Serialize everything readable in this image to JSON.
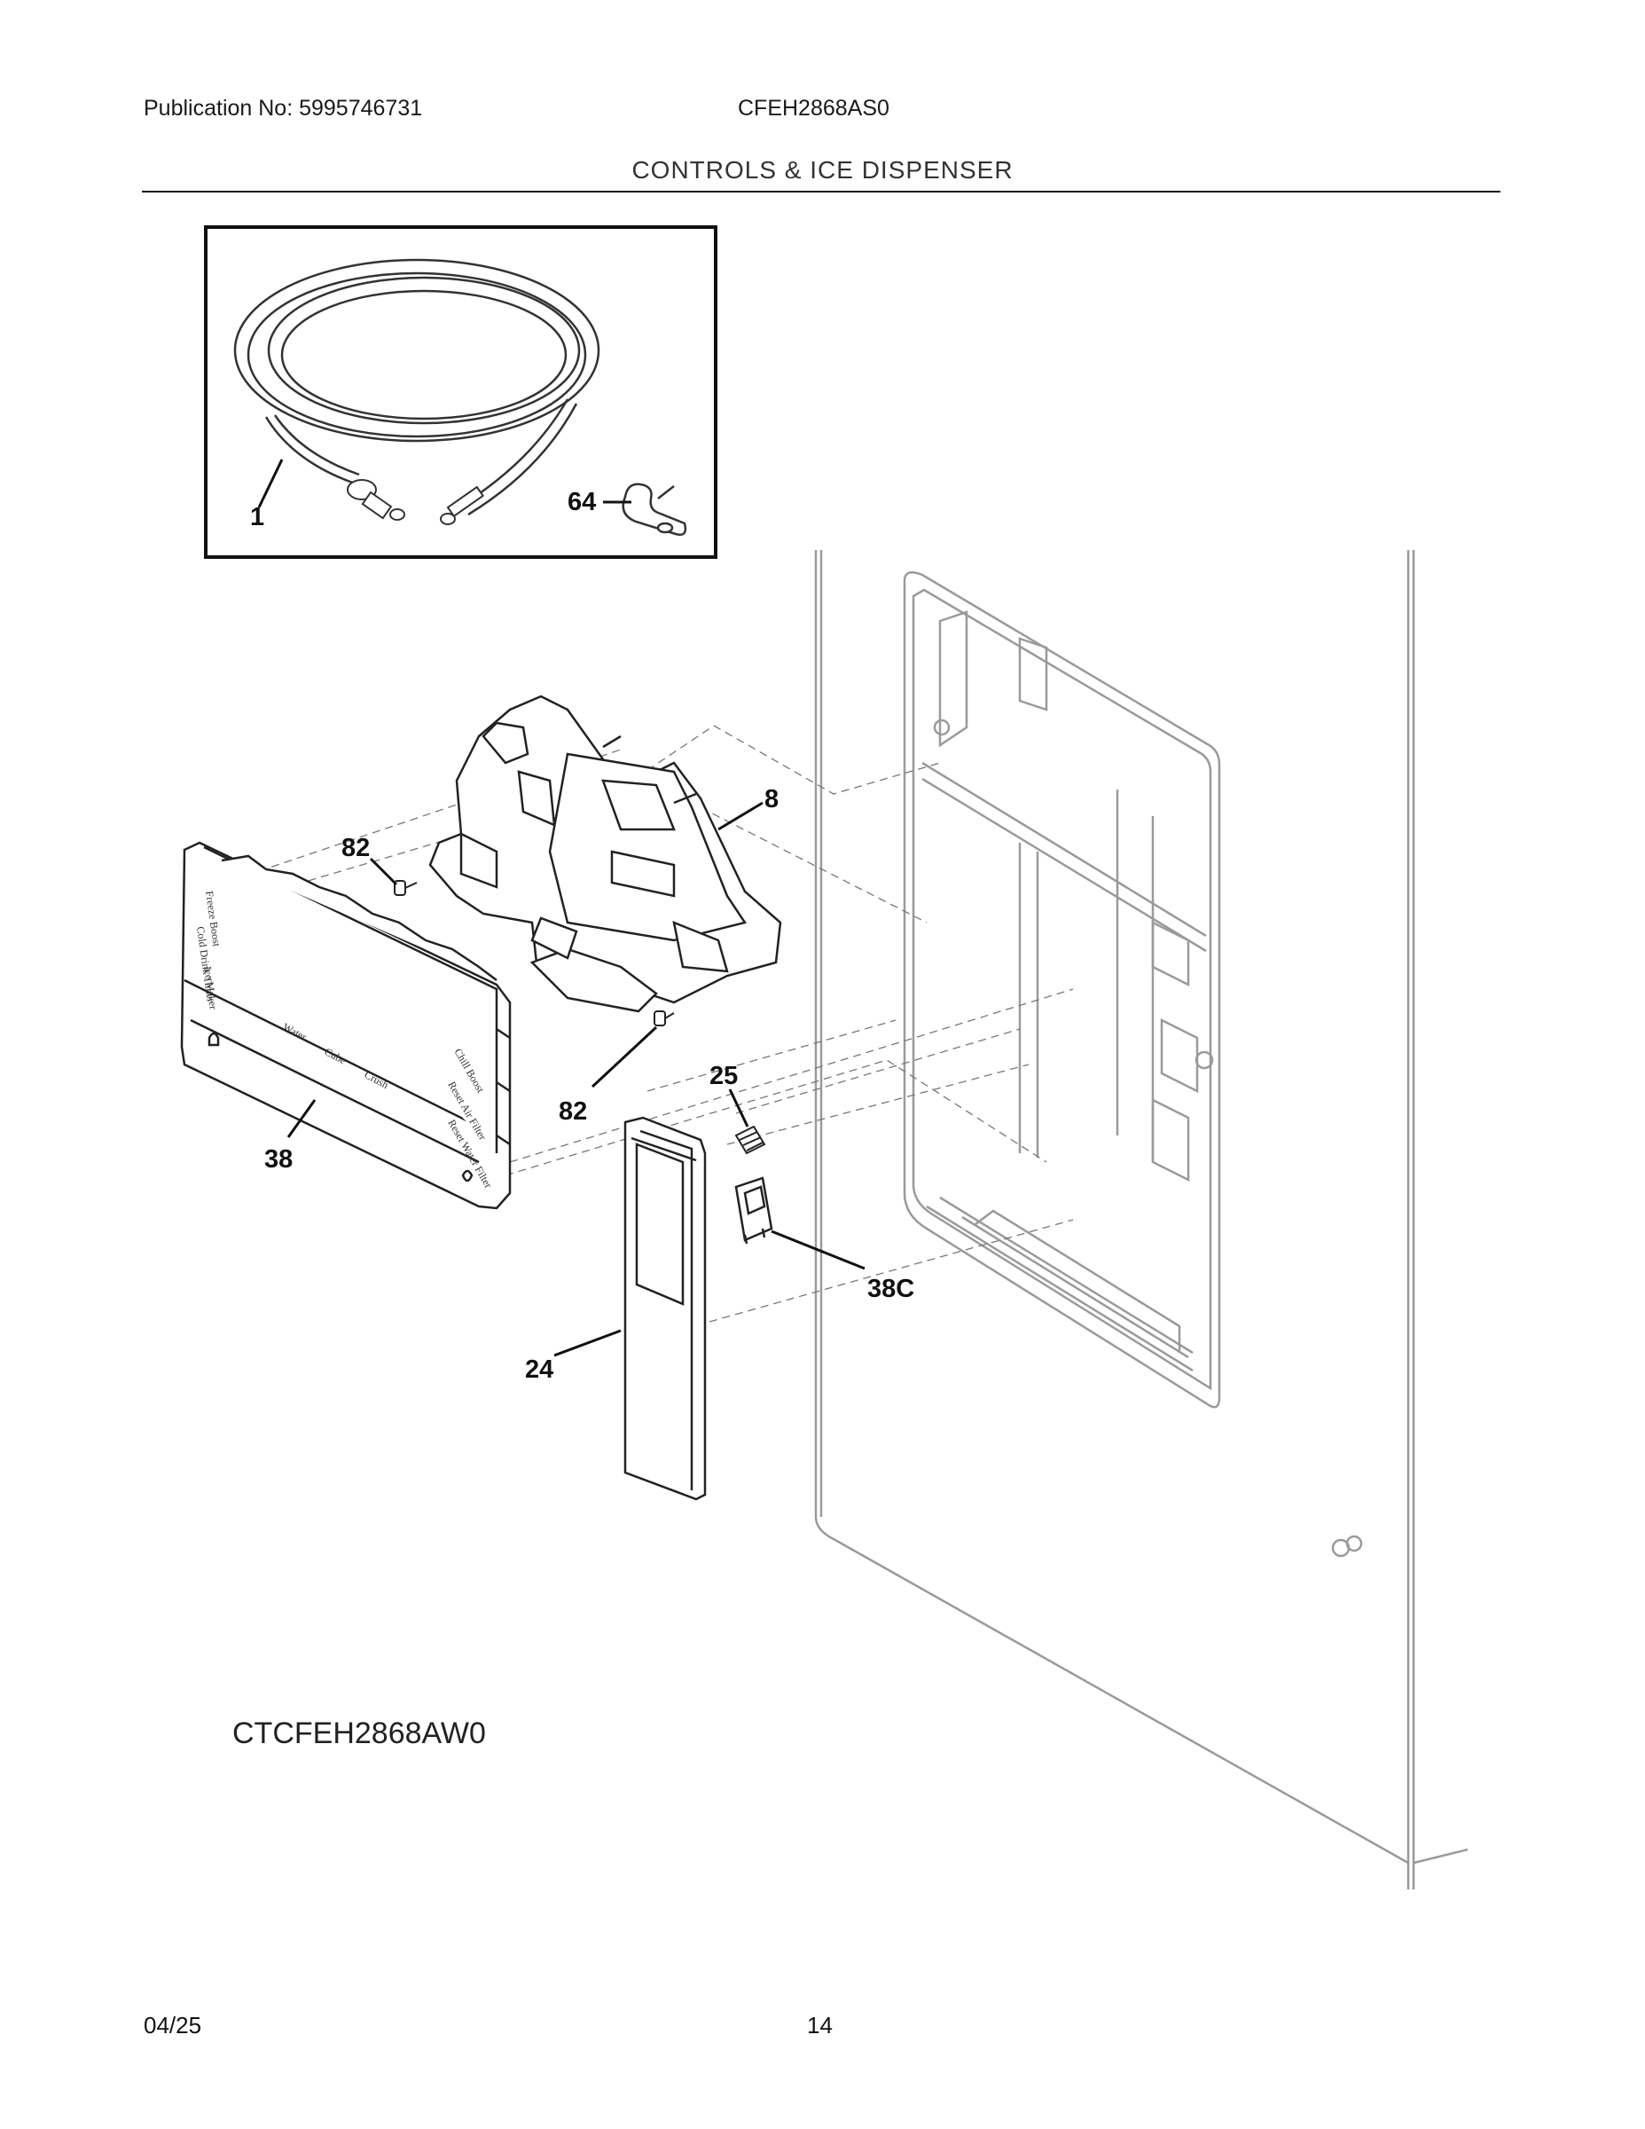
{
  "header": {
    "publication": "Publication No: 5995746731",
    "model": "CFEH2868AS0",
    "section_title": "CONTROLS & ICE DISPENSER"
  },
  "callouts": {
    "tubing": "1",
    "clamp": "64",
    "housing": "8",
    "screw_upper": "82",
    "screw_lower": "82",
    "spring": "25",
    "control_panel": "38",
    "switch": "38C",
    "cover": "24"
  },
  "variant_label": "CTCFEH2868AW0",
  "control_panel_labels": {
    "freeze_boost": "Freeze Boost",
    "cold_drink_timer": "Cold Drink Timer",
    "ice_maker": "Ice Maker",
    "water": "Water",
    "cube": "Cube",
    "crush": "Crush",
    "chill_boost": "Chill Boost",
    "reset_air_filter": "Reset Air Filter",
    "reset_water_filter": "Reset Water Filter"
  },
  "footer": {
    "date": "04/25",
    "page": "14"
  }
}
